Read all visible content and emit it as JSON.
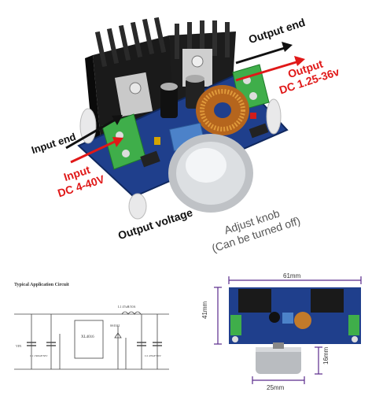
{
  "labels": {
    "output_end": "Output end",
    "output_spec_line1": "Output",
    "output_spec_line2": "DC 1.25-36v",
    "input_end": "Input end",
    "input_spec_line1": "Input",
    "input_spec_line2": "DC 4-40V",
    "output_voltage": "Output voltage",
    "adjust_knob_line1": "Adjust knob",
    "adjust_knob_line2": "(Can be turned off)"
  },
  "schematic": {
    "title": "Typical Application Circuit",
    "chip": "XL4016",
    "inductor": "L1 47uH/10A",
    "diode": "SS1041",
    "vin_label": "VIN",
    "cap_in": "C1 1500uF/50V",
    "cap_out": "C2 470uF/50V"
  },
  "dimensions": {
    "width": "61mm",
    "height": "41mm",
    "knob_diameter": "25mm",
    "knob_height": "16mm"
  },
  "colors": {
    "arrow_red": "#e01818",
    "arrow_black": "#111111",
    "dim_purple": "#5a2a8c",
    "pcb_blue": "#1f3f8c",
    "terminal_green": "#3fae4a"
  }
}
